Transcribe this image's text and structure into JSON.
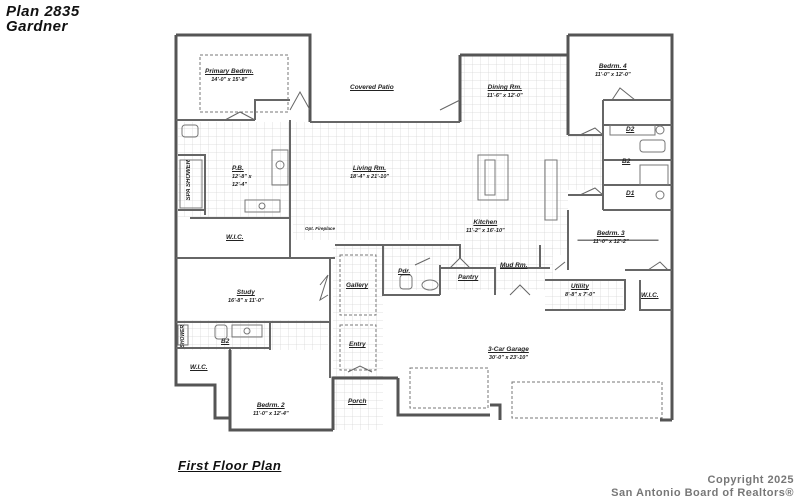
{
  "header": {
    "plan_number": "Plan  2835",
    "plan_name": "Gardner"
  },
  "footer": {
    "floor_label": "First Floor Plan",
    "copyright_line1": "Copyright 2025",
    "copyright_line2": "San Antonio Board of Realtors®"
  },
  "rooms": {
    "primary_bedroom": {
      "name": "Primary Bedrm.",
      "dims": "14'-0\" x 15'-8\""
    },
    "covered_patio": {
      "name": "Covered Patio"
    },
    "dining": {
      "name": "Dining Rm.",
      "dims": "11'-6\" x 12'-0\""
    },
    "bedroom4": {
      "name": "Bedrm. 4",
      "dims": "11'-0\" x 12'-0\""
    },
    "d2": {
      "name": "D2"
    },
    "b2_upper": {
      "name": "B2"
    },
    "d1": {
      "name": "D1"
    },
    "primary_bath": {
      "name": "P.B.",
      "dims": "12'-8\" x 12'-4\""
    },
    "spa_shower": {
      "name": "SPA SHOWER"
    },
    "living": {
      "name": "Living Rm.",
      "dims": "18'-4\" x 21'-10\""
    },
    "fireplace": {
      "name": "Opt. Fireplace"
    },
    "kitchen": {
      "name": "Kitchen",
      "dims": "11'-2\" x 16'-10\""
    },
    "primary_wic": {
      "name": "W.I.C."
    },
    "bedroom3": {
      "name": "Bedrm. 3",
      "dims": "11'-0\" x 12'-2\""
    },
    "study": {
      "name": "Study",
      "dims": "16'-8\" x 11'-0\""
    },
    "gallery": {
      "name": "Gallery"
    },
    "powder": {
      "name": "Pdr."
    },
    "pantry": {
      "name": "Pantry"
    },
    "mud_room": {
      "name": "Mud Rm."
    },
    "utility": {
      "name": "Utility",
      "dims": "8'-8\" x 7'-0\""
    },
    "wic3": {
      "name": "W.I.C."
    },
    "shower2": {
      "name": "SHOWER"
    },
    "bath2": {
      "name": "B2"
    },
    "wic2": {
      "name": "W.I.C."
    },
    "entry": {
      "name": "Entry"
    },
    "garage": {
      "name": "3-Car Garage",
      "dims": "30'-0\" x 23'-10\""
    },
    "bedroom2": {
      "name": "Bedrm. 2",
      "dims": "11'-0\" x 12'-4\""
    },
    "porch": {
      "name": "Porch"
    }
  },
  "colors": {
    "wall": "#555555",
    "grid": "#d8d8d8",
    "copyright": "#777777"
  }
}
